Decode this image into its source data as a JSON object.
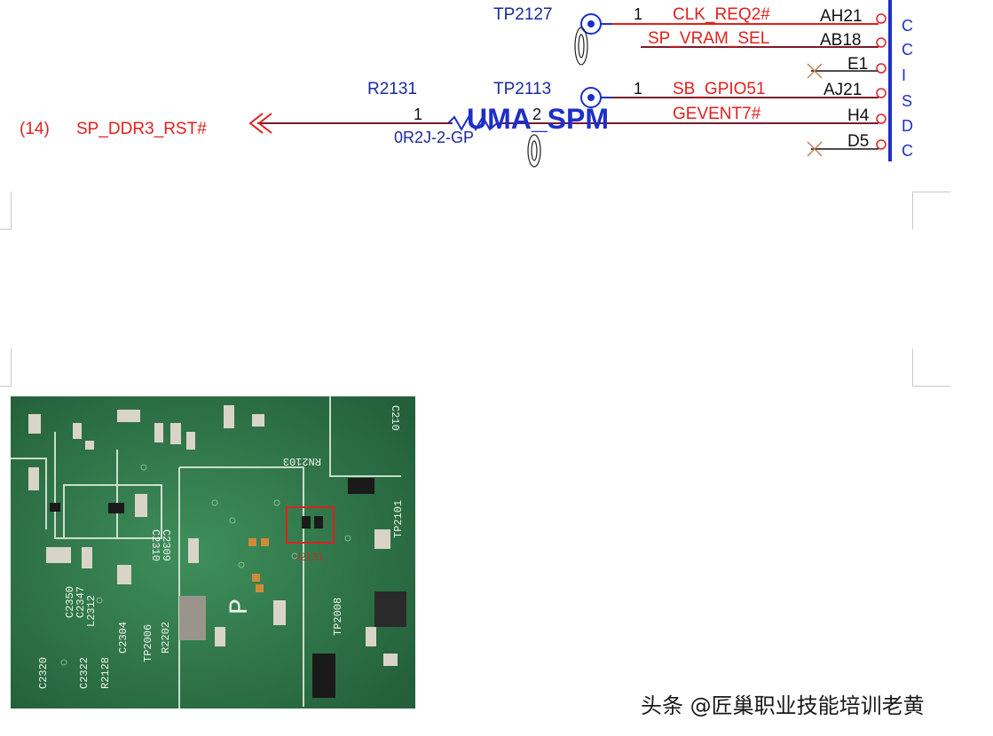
{
  "schematic": {
    "tp_top": "TP2127",
    "tp_mid": "TP2113",
    "resistor_ref": "R2131",
    "resistor_value": "0R2J-2-GP",
    "pin1_left": "1",
    "pin2_left": "2",
    "pin1_tp_top": "1",
    "pin1_tp_mid": "1",
    "net_ref": "(14)",
    "net_left": "SP_DDR3_RST#",
    "variant": "UMA_SPM",
    "nets": [
      {
        "name": "CLK_REQ2#",
        "pin": "AH21"
      },
      {
        "name": "SP_VRAM_SEL",
        "pin": "AB18"
      },
      {
        "name": "",
        "pin": "E1"
      },
      {
        "name": "SB_GPIO51",
        "pin": "AJ21"
      },
      {
        "name": "GEVENT7#",
        "pin": "H4"
      },
      {
        "name": "",
        "pin": "D5"
      }
    ],
    "colors": {
      "net": "#e0201e",
      "ref": "#1a2a9a",
      "part": "#1d2fc8"
    }
  },
  "photo": {
    "highlight_label": "r2131",
    "board_labels": [
      "C2310",
      "C2309",
      "RN2103",
      "TP2101",
      "C2350",
      "C2347",
      "L2312",
      "C2304",
      "R2202",
      "TP2006",
      "R2128",
      "C2322",
      "C2320",
      "TP2008",
      "C210"
    ]
  },
  "watermark": "头条 @匠巢职业技能培训老黄"
}
